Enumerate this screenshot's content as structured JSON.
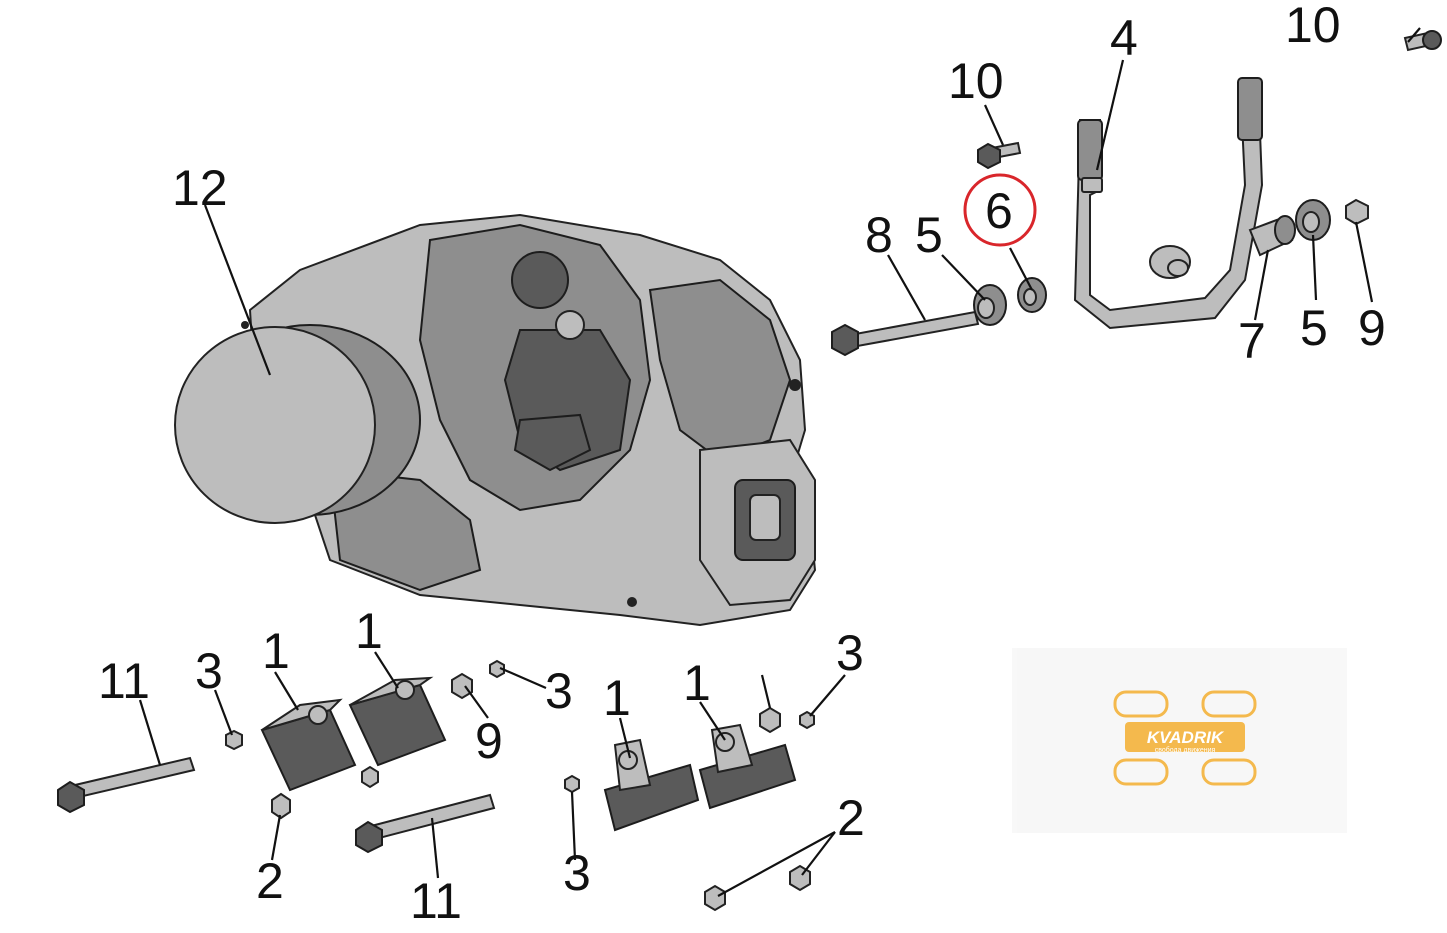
{
  "callouts": [
    {
      "id": "c12",
      "label": "12"
    },
    {
      "id": "c10a",
      "label": "10"
    },
    {
      "id": "c10b",
      "label": "10"
    },
    {
      "id": "c4",
      "label": "4"
    },
    {
      "id": "c6",
      "label": "6"
    },
    {
      "id": "c8",
      "label": "8"
    },
    {
      "id": "c5a",
      "label": "5"
    },
    {
      "id": "c7",
      "label": "7"
    },
    {
      "id": "c5b",
      "label": "5"
    },
    {
      "id": "c9a",
      "label": "9"
    },
    {
      "id": "c11a",
      "label": "11"
    },
    {
      "id": "c3a",
      "label": "3"
    },
    {
      "id": "c1a",
      "label": "1"
    },
    {
      "id": "c1b",
      "label": "1"
    },
    {
      "id": "c9b",
      "label": "9"
    },
    {
      "id": "c3b",
      "label": "3"
    },
    {
      "id": "c1c",
      "label": "1"
    },
    {
      "id": "c1d",
      "label": "1"
    },
    {
      "id": "c3c",
      "label": "3"
    },
    {
      "id": "c2a",
      "label": "2"
    },
    {
      "id": "c11b",
      "label": "11"
    },
    {
      "id": "c3d",
      "label": "3"
    },
    {
      "id": "c2b",
      "label": "2"
    }
  ],
  "highlight": {
    "label": "6",
    "color": "#d9262b"
  },
  "logo": {
    "name": "KVADRIK",
    "tagline": "свобода движения",
    "color": "#f3b23a"
  }
}
